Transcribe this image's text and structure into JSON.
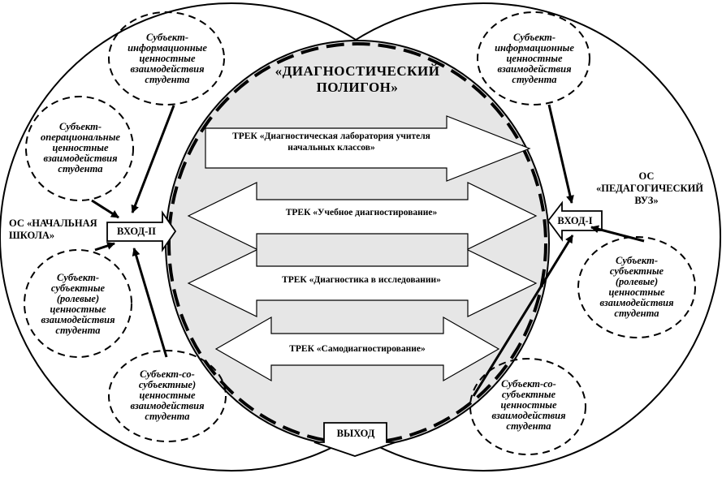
{
  "title": "«ДИАГНОСТИЧЕСКИЙ ПОЛИГОН»",
  "os_left": "ОС «НАЧАЛЬНАЯ ШКОЛА»",
  "os_right": "ОС «ПЕДАГОГИЧЕСКИЙ ВУЗ»",
  "entry_left": "ВХОД-II",
  "entry_right": "ВХОД-I",
  "exit": "ВЫХОД",
  "tracks": [
    "ТРЕК «Диагностическая лаборатория учителя начальных классов»",
    "ТРЕК «Учебное диагностирование»",
    "ТРЕК «Диагностика в исследовании»",
    "ТРЕК «Самодиагностирование»"
  ],
  "left_nodes": [
    "Субъект-информационные ценностные взаимодействия студента",
    "Субъект-операциональные ценностные взаимодействия студента",
    "Субъект-субъектные (ролевые) ценностные взаимодействия студента",
    "Субъект-со-субъектные) ценностные взаимодействия студента"
  ],
  "right_nodes": [
    "Субъект-информационные ценностные взаимодействия студента",
    "Субъект-субъектные (ролевые) ценностные взаимодействия студента",
    "Субъект-со-субъектные ценностные взаимодействия студента"
  ]
}
